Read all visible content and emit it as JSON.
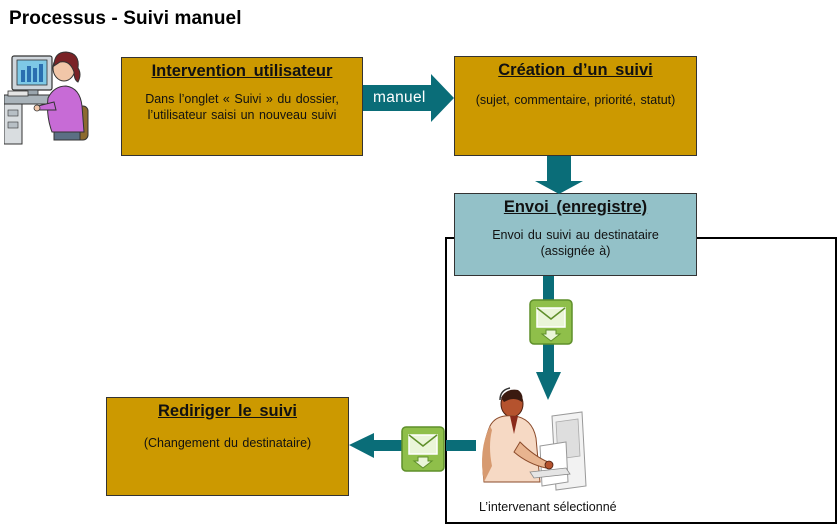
{
  "title": "Processus - Suivi manuel",
  "boxes": {
    "intervention": {
      "title": "Intervention utilisateur",
      "body": "Dans l’onglet « Suivi » du dossier, l’utilisateur saisi un nouveau suivi"
    },
    "creation": {
      "title": "Création d’un suivi",
      "body": "(sujet, commentaire, priorité, statut)"
    },
    "envoi": {
      "title": "Envoi (enregistre)",
      "body": "Envoi du suivi au destinataire (assignée à)"
    },
    "rediriger": {
      "title": "Rediriger le suivi",
      "body": "(Changement du destinataire)"
    }
  },
  "arrows": {
    "manuel_label": "manuel"
  },
  "captions": {
    "intervenant": "L’intervenant sélectionné"
  },
  "icons": [
    "user-at-computer-icon",
    "mail-envelope-icon",
    "mail-envelope-icon",
    "businessman-at-computer-icon"
  ],
  "colors": {
    "gold_box": "#cc9900",
    "teal_box": "#93c1c8",
    "arrow": "#0a6d78",
    "mail_icon": "#8fbf4a"
  }
}
